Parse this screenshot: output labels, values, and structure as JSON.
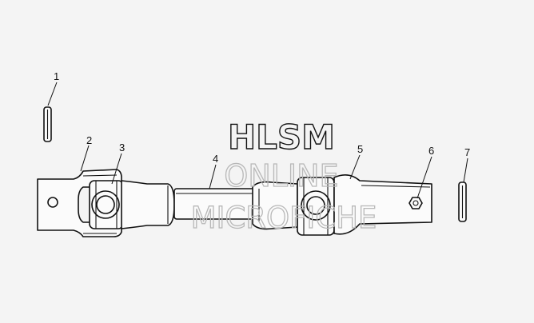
{
  "callouts": [
    {
      "id": "1",
      "label": "1"
    },
    {
      "id": "2",
      "label": "2"
    },
    {
      "id": "3",
      "label": "3"
    },
    {
      "id": "4",
      "label": "4"
    },
    {
      "id": "5",
      "label": "5"
    },
    {
      "id": "6",
      "label": "6"
    },
    {
      "id": "7",
      "label": "7"
    }
  ],
  "watermark": {
    "line1": "HLSM",
    "line2": "ONLINE",
    "line3": "MICROFICHE"
  },
  "colors": {
    "background": "#f4f4f4",
    "line": "#111111",
    "watermark_light": "#b8b8b8"
  }
}
